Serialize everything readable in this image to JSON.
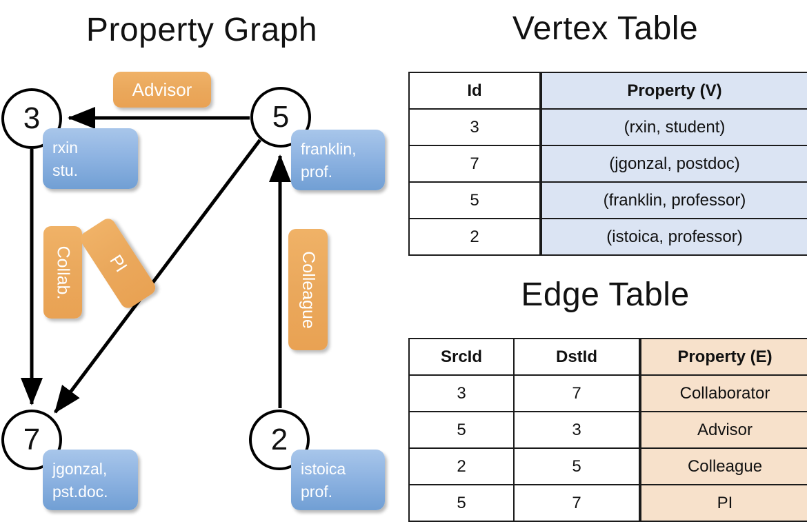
{
  "titles": {
    "property_graph": "Property Graph",
    "vertex_table": "Vertex Table",
    "edge_table": "Edge Table"
  },
  "colors": {
    "vertex_property_fill": "#dbe4f3",
    "edge_property_fill": "#f7e1cb",
    "node_box_blue": "#8fb4e2",
    "edge_label_orange": "#eaa85c",
    "stroke": "#000000",
    "background": "#ffffff"
  },
  "graph": {
    "nodes": [
      {
        "id": "3",
        "label": "3",
        "property_lines": [
          "rxin",
          "stu."
        ]
      },
      {
        "id": "5",
        "label": "5",
        "property_lines": [
          "franklin,",
          "prof."
        ]
      },
      {
        "id": "7",
        "label": "7",
        "property_lines": [
          "jgonzal,",
          "pst.doc."
        ]
      },
      {
        "id": "2",
        "label": "2",
        "property_lines": [
          "istoica",
          "prof."
        ]
      }
    ],
    "edge_labels": [
      {
        "name": "advisor",
        "text": "Advisor"
      },
      {
        "name": "collab",
        "text": "Collab."
      },
      {
        "name": "pi",
        "text": "PI"
      },
      {
        "name": "colleague",
        "text": "Colleague"
      }
    ],
    "edges": [
      {
        "src": "5",
        "dst": "3",
        "label": "Advisor"
      },
      {
        "src": "3",
        "dst": "7",
        "label": "Collab."
      },
      {
        "src": "5",
        "dst": "7",
        "label": "PI"
      },
      {
        "src": "2",
        "dst": "5",
        "label": "Colleague"
      }
    ]
  },
  "vertex_table": {
    "headers": [
      "Id",
      "Property (V)"
    ],
    "rows": [
      {
        "id": "3",
        "property": "(rxin, student)"
      },
      {
        "id": "7",
        "property": "(jgonzal, postdoc)"
      },
      {
        "id": "5",
        "property": "(franklin, professor)"
      },
      {
        "id": "2",
        "property": "(istoica, professor)"
      }
    ]
  },
  "edge_table": {
    "headers": [
      "SrcId",
      "DstId",
      "Property (E)"
    ],
    "rows": [
      {
        "src": "3",
        "dst": "7",
        "property": "Collaborator"
      },
      {
        "src": "5",
        "dst": "3",
        "property": "Advisor"
      },
      {
        "src": "2",
        "dst": "5",
        "property": "Colleague"
      },
      {
        "src": "5",
        "dst": "7",
        "property": "PI"
      }
    ]
  }
}
